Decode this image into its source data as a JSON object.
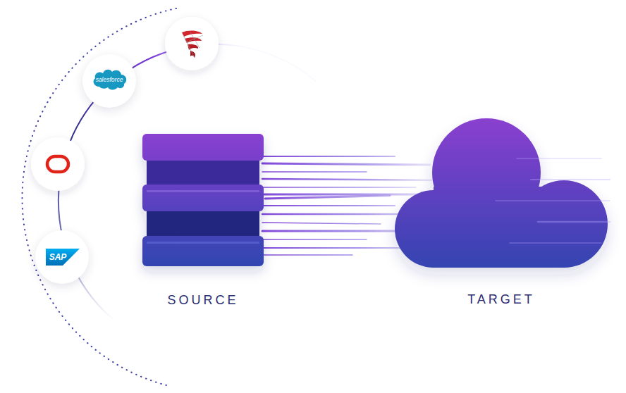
{
  "diagram": {
    "nodes": [
      {
        "text": [
          "salesforce"
        ]
      },
      {
        "text": [
          "SAP"
        ]
      },
      {
        "text": [
          "SOURCE"
        ]
      },
      {
        "text": [
          "TARGET"
        ]
      }
    ],
    "edges": [
      {
        "from": 2,
        "to": 3,
        "arrow": "none"
      }
    ]
  }
}
